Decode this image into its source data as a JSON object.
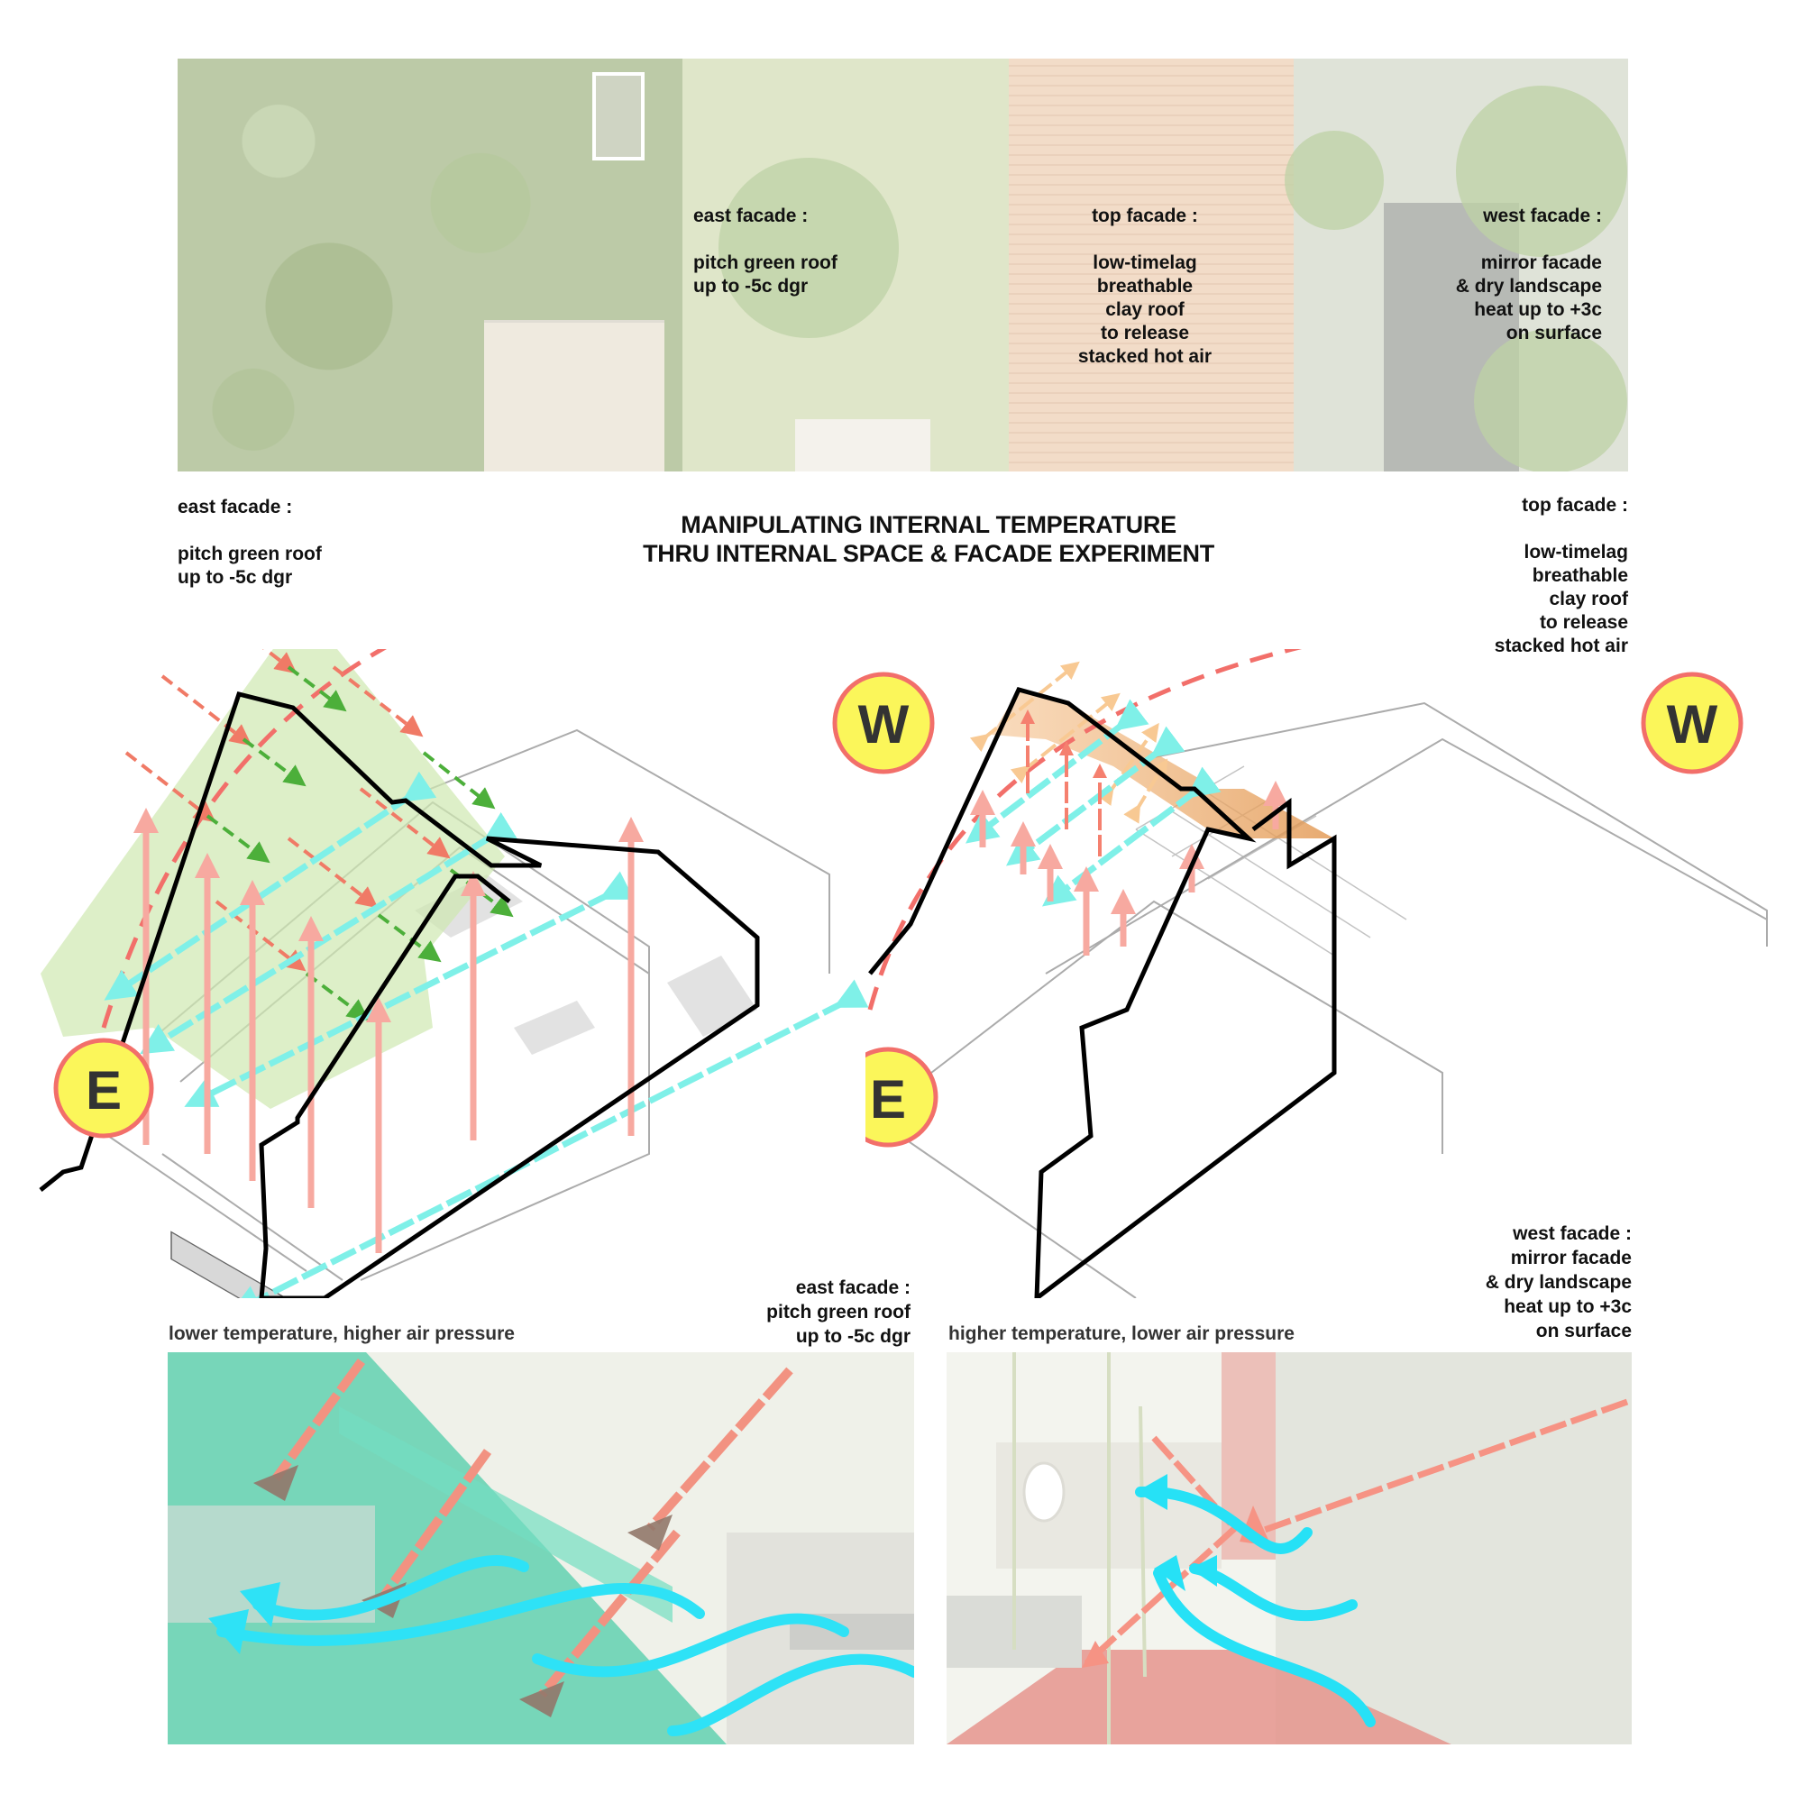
{
  "title": {
    "line1": "MANIPULATING INTERNAL TEMPERATURE",
    "line2": "THRU INTERNAL SPACE & FACADE EXPERIMENT"
  },
  "top_photo_labels": {
    "east": {
      "heading": "east facade :",
      "body": "pitch green roof\nup to -5c dgr"
    },
    "top": {
      "heading": "top facade :",
      "body": "low-timelag\nbreathable\nclay roof\nto release\nstacked hot air"
    },
    "west": {
      "heading": "west facade :",
      "body": "mirror facade\n& dry landscape\nheat up to +3c\non surface"
    }
  },
  "left_annotation": {
    "heading": "east facade :",
    "body": "pitch green roof\nup to -5c dgr"
  },
  "right_annotation": {
    "heading": "top facade :",
    "body": "low-timelag\nbreathable\nclay roof\nto release\nstacked hot air"
  },
  "bottom_left_annotation": {
    "text": "east facade :\npitch green roof\nup to -5c dgr"
  },
  "bottom_right_annotation": {
    "text": "west facade :\nmirror facade\n& dry landscape\nheat up to +3c\non surface"
  },
  "captions": {
    "left": "lower temperature, higher air pressure",
    "right": "higher temperature, lower air pressure"
  },
  "sun_markers": {
    "east_label": "E",
    "west_label": "W"
  },
  "colors": {
    "sun_fill": "#fbf65a",
    "sun_stroke": "#f26f6a",
    "sun_path": "#f26f6a",
    "heat_arrow": "#f7a9a0",
    "sun_ray": "#f07a66",
    "cool_air": "#7ff0e8",
    "green_roof": "#5fb33e",
    "clay_roof": "#f0a860",
    "outline": "#000000",
    "wind": "#00dcf5"
  }
}
